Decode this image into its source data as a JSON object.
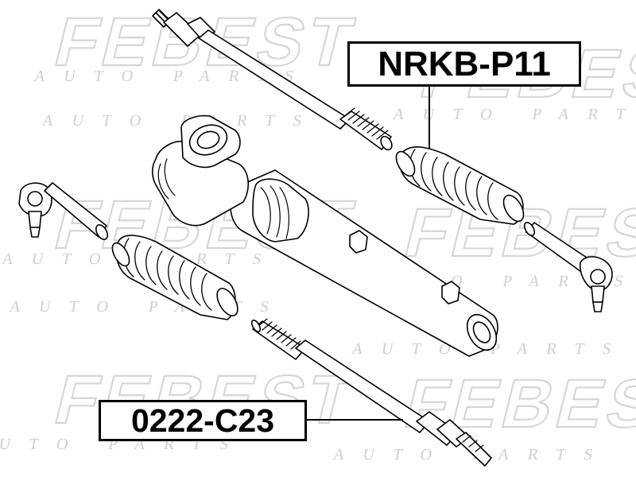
{
  "watermark": {
    "brand": "FEBEST",
    "tagline": "AUTO PARTS"
  },
  "callouts": [
    {
      "part_number": "NRKB-P11",
      "refers_to": "steering-rack-boot"
    },
    {
      "part_number": "0222-C23",
      "refers_to": "inner-tie-rod"
    }
  ],
  "colors": {
    "line": "#000000",
    "watermark": "#d9d9d9",
    "background": "#ffffff"
  }
}
